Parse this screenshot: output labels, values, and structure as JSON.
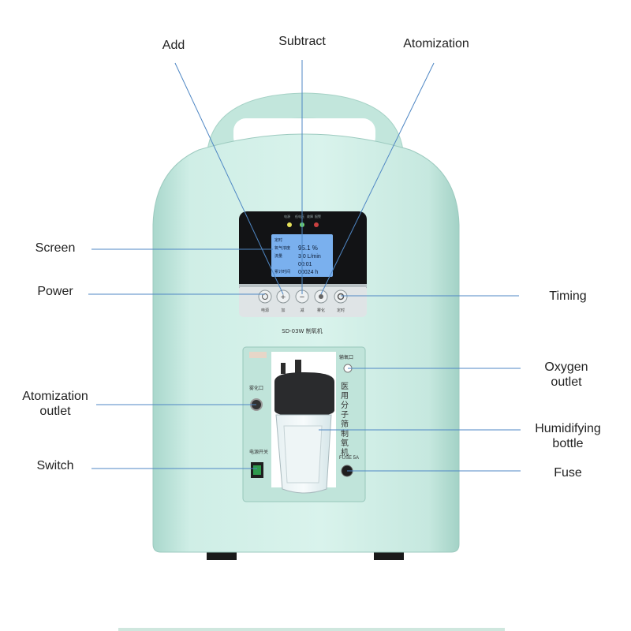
{
  "labels": {
    "add": "Add",
    "subtract": "Subtract",
    "atomization": "Atomization",
    "screen": "Screen",
    "power": "Power",
    "timing": "Timing",
    "atomization_outlet": [
      "Atomization",
      "outlet"
    ],
    "oxygen_outlet": [
      "Oxygen",
      "outlet"
    ],
    "humidifying_bottle": [
      "Humidifying",
      "bottle"
    ],
    "switch": "Switch",
    "fuse": "Fuse"
  },
  "device": {
    "model_text": "SD-03W  制氧机",
    "indicator_labels": [
      "电源",
      "低电压",
      "故障",
      "报警"
    ],
    "button_labels": [
      "电源",
      "加",
      "减",
      "雾化",
      "定时"
    ],
    "oxygen_outlet_text": "输氧口",
    "atomization_port_text": "雾化口",
    "power_switch_text": "电源开关",
    "fuse_text": "FUSE 5A",
    "side_text": [
      "医",
      "用",
      "分",
      "子",
      "筛",
      "制",
      "氧",
      "机"
    ],
    "display": {
      "row1_label": "定时",
      "row1_value": "",
      "row2_label": "氧气浓度",
      "row2_value": "95.1 %",
      "row3_label": "流量",
      "row3_value": "3.0 L/min",
      "row4_label": "",
      "row4_value": "00:01",
      "row5_label": "累计时间",
      "row5_value": "00024 h"
    }
  },
  "colors": {
    "body": "#cfeee6",
    "body_shade": "#a9d7cc",
    "panel": "#111214",
    "lcd": "#7ab0ee",
    "leader_line": "#4f87c4"
  }
}
